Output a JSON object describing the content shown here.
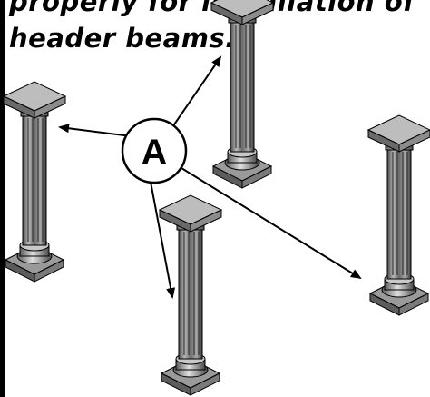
{
  "caption": {
    "line1": "properly for installation of",
    "line2": "header beams."
  },
  "callout": {
    "label": "A"
  },
  "colors": {
    "column_light": "#d9d9d9",
    "column_mid": "#8a8a8a",
    "column_dark": "#3a3a3a",
    "ink": "#000000"
  },
  "objects": [
    "column-left",
    "column-back",
    "column-right",
    "column-front"
  ]
}
